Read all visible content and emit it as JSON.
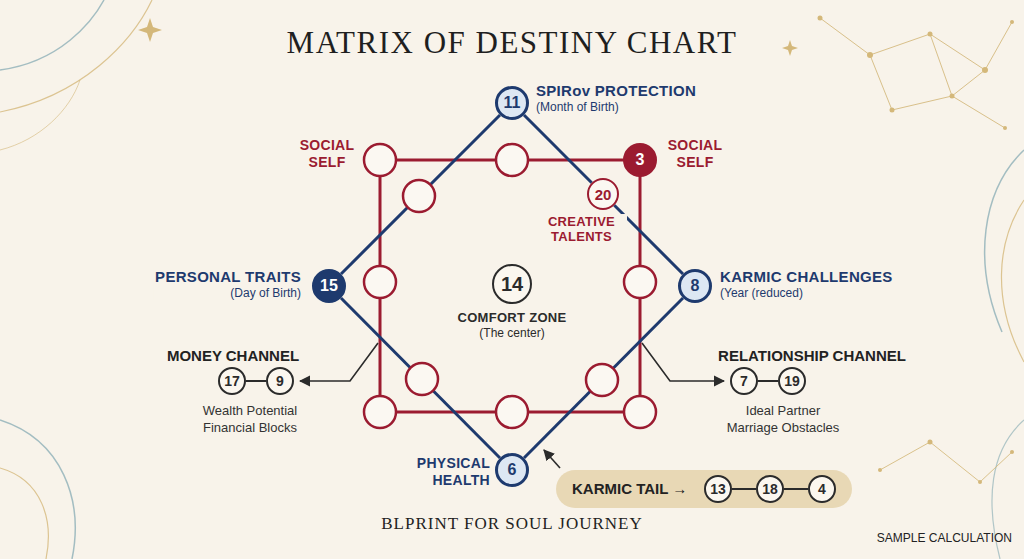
{
  "diagram": {
    "title": "MATRIX OF DESTINY CHART",
    "caption": "BLPRINT FOR SOUL JOURNEY",
    "nodes": [
      {
        "text": [
          "11",
          "SPIRov PROTECTION",
          "(Month of Birth)"
        ]
      },
      {
        "text": [
          "3",
          "SOCIAL SELF"
        ]
      },
      {
        "text": [
          "20",
          "CREATIVE TALENTS"
        ]
      },
      {
        "text": [
          "15",
          "PERSONAL TRAITS",
          "(Day of Birth)"
        ]
      },
      {
        "text": [
          "14",
          "COMFORT ZONE",
          "(The center)"
        ]
      },
      {
        "text": [
          "8",
          "KARMIC CHALLENGES",
          "(Year (reduced)"
        ]
      },
      {
        "text": [
          "17"
        ]
      },
      {
        "text": [
          "9"
        ]
      },
      {
        "text": [
          "7"
        ]
      },
      {
        "text": [
          "19"
        ]
      },
      {
        "text": [
          "6",
          "PHYSICAL HEALTH"
        ]
      },
      {
        "text": [
          "KARMIC TAIL →"
        ]
      },
      {
        "text": [
          "13"
        ],
        "in": 11
      },
      {
        "text": [
          "18"
        ],
        "in": 11
      },
      {
        "text": [
          "4"
        ],
        "in": 11
      }
    ],
    "edges": [
      {
        "from": 0,
        "to": 2,
        "arrow": "none"
      },
      {
        "from": 2,
        "to": 5,
        "arrow": "none"
      },
      {
        "from": 0,
        "to": 3,
        "arrow": "none"
      },
      {
        "from": 3,
        "to": 10,
        "arrow": "none"
      },
      {
        "from": 10,
        "to": 5,
        "arrow": "none"
      },
      {
        "from": 6,
        "to": 7,
        "arrow": "none"
      },
      {
        "from": 8,
        "to": 9,
        "arrow": "none"
      },
      {
        "from": 12,
        "to": 13,
        "arrow": "none"
      },
      {
        "from": 13,
        "to": 14,
        "arrow": "none"
      }
    ],
    "labels": [
      "SOCIAL SELF",
      "MONEY CHANNEL",
      "Wealth Potential",
      "Financial Blocks",
      "RELATIONSHIP CHANNEL",
      "Ideal Partner",
      "Marriage Obstacles",
      "SAMPLE CALCULATION"
    ]
  }
}
